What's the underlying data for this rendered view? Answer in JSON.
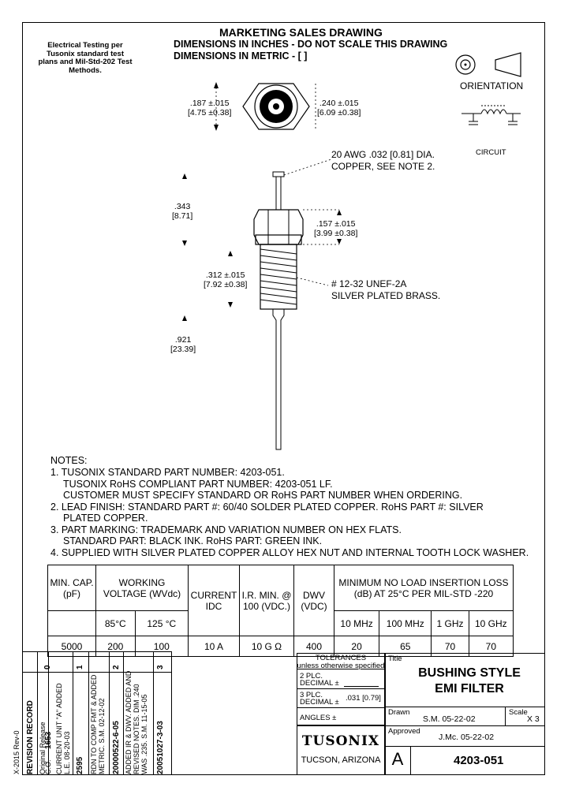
{
  "header": {
    "title": "MARKETING SALES DRAWING",
    "line1": "DIMENSIONS IN INCHES - DO NOT SCALE THIS DRAWING",
    "line2": "DIMENSIONS IN METRIC - [   ]"
  },
  "electrical_testing": "Electrical Testing per Tusonix standard test plans and Mil-Std-202 Test Methods.",
  "orientation_label": "ORIENTATION",
  "circuit_label": "CIRCUIT",
  "dims": {
    "d1_in": ".187 ±.015",
    "d1_mm": "[4.75 ±0.38]",
    "d2_in": ".240 ±.015",
    "d2_mm": "[6.09 ±0.38]",
    "wire_1": "20 AWG .032 [0.81] DIA.",
    "wire_2": "COPPER, SEE NOTE 2.",
    "d3_in": ".343",
    "d3_mm": "[8.71]",
    "d4_in": ".157 ±.015",
    "d4_mm": "[3.99 ±0.38]",
    "d5_in": ".312 ±.015",
    "d5_mm": "[7.92 ±0.38]",
    "thread_1": "# 12-32  UNEF-2A",
    "thread_2": "SILVER PLATED BRASS.",
    "d6_in": ".921",
    "d6_mm": "[23.39]"
  },
  "notes": {
    "heading": "NOTES:",
    "lines": [
      "1.  TUSONIX STANDARD PART NUMBER: 4203-051.",
      "TUSONIX  RoHS  COMPLIANT PART NUMBER:  4203-051  LF.",
      "CUSTOMER MUST SPECIFY STANDARD OR  RoHS  PART NUMBER WHEN ORDERING.",
      "2.  LEAD FINISH:  STANDARD PART #: 60/40 SOLDER PLATED COPPER.  RoHS PART #: SILVER",
      "PLATED COPPER.",
      "3.  PART MARKING:  TRADEMARK AND VARIATION NUMBER ON HEX FLATS.",
      "STANDARD PART: BLACK INK.  RoHS  PART: GREEN INK.",
      "4.  SUPPLIED WITH SILVER PLATED COPPER ALLOY HEX NUT AND INTERNAL TOOTH LOCK WASHER."
    ]
  },
  "spec_table": {
    "min_cap": "MIN. CAP. (pF)",
    "working_voltage": "WORKING VOLTAGE (WVdc)",
    "temp_85": "85°C",
    "temp_125": "125 °C",
    "current": "CURRENT IDC",
    "ir": "I.R. MIN. @ 100 (VDC.)",
    "dwv": "DWV (VDC)",
    "insertion": "MINIMUM NO LOAD INSERTION LOSS (dB) AT 25°C PER MIL-STD -220",
    "freqs": [
      "10 MHz",
      "100 MHz",
      "1 GHz",
      "10 GHz"
    ],
    "values": [
      "5000",
      "200",
      "100",
      "10 A",
      "10 G Ω",
      "400",
      "20",
      "65",
      "70",
      "70"
    ]
  },
  "tolerances": {
    "heading": "TOLERANCES",
    "sub": "unless otherwise specified",
    "plc2": "2 PLC.",
    "decimal": "DECIMAL ±",
    "plc3": "3 PLC.",
    "decimal3_value": ".031 [0.79]",
    "angles": "ANGLES ±"
  },
  "title_block": {
    "title_label": "Title",
    "title_1": "BUSHING STYLE",
    "title_2": "EMI FILTER",
    "drawn_label": "Drawn",
    "drawn_value": "S.M. 05-22-02",
    "scale_label": "Scale",
    "scale_value": "X 3",
    "approved_label": "Approved",
    "approved_value": "J.Mc. 05-22-02",
    "company": "TUSONIX",
    "location": "TUCSON, ARIZONA",
    "size": "A",
    "part_number": "4203-051"
  },
  "revision": {
    "form_id": "X-2015 Rev-0",
    "heading": "REVISION RECORD",
    "columns": [
      {
        "num": "0",
        "a": "Original Release",
        "b": "C.O.",
        "c": "1653"
      },
      {
        "num": "",
        "a": "CURRENT UNIT \"A\" ADDED",
        "b": "L.E. 08-20-03",
        "c": ""
      },
      {
        "num": "1",
        "a": "2595",
        "b": "",
        "c": ""
      },
      {
        "num": "",
        "a": "RDN TO COMP FMT & ADDED",
        "b": "METRIC. S.M. 02-12-02",
        "c": ""
      },
      {
        "num": "2",
        "a": "20000522-6-05",
        "b": "",
        "c": ""
      },
      {
        "num": "",
        "a": "ADDED IR & DWV. ADDED AND",
        "b": "REVISED NOTES. DIM .240",
        "c": "WAS .235. S.M. 11-15-05"
      },
      {
        "num": "3",
        "a": "20051027-3-03",
        "b": "",
        "c": ""
      }
    ]
  }
}
